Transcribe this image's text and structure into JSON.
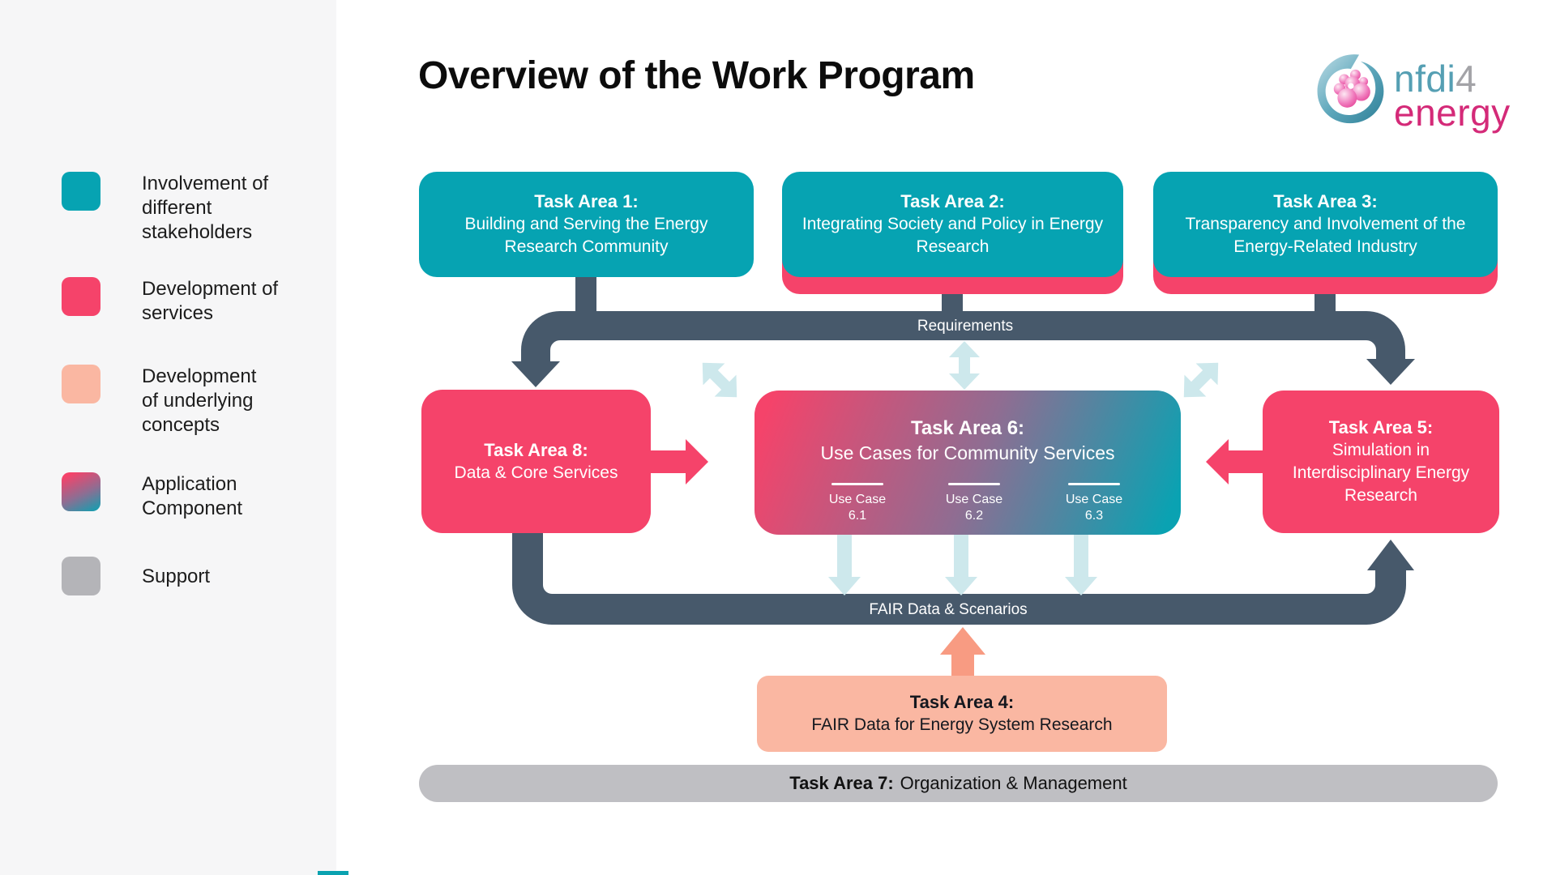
{
  "title": "Overview of the Work Program",
  "logo": {
    "name_teal": "nfdi",
    "name_num": "4",
    "name_bottom": "energy"
  },
  "legend": {
    "items": [
      {
        "label": "Involvement of\ndifferent\nstakeholders",
        "swatch": "teal"
      },
      {
        "label": "Development of\nservices",
        "swatch": "pink"
      },
      {
        "label": "Development\nof underlying\nconcepts",
        "swatch": "peach"
      },
      {
        "label": "Application\nComponent",
        "swatch": "gradient"
      },
      {
        "label": "Support",
        "swatch": "gray"
      }
    ]
  },
  "diagram": {
    "ta1": {
      "heading": "Task Area 1:",
      "body": "Building and Serving the Energy Research Community"
    },
    "ta2": {
      "heading": "Task Area 2:",
      "body": "Integrating Society and Policy in Energy Research"
    },
    "ta3": {
      "heading": "Task Area 3:",
      "body": "Transparency and Involvement of the Energy-Related Industry"
    },
    "ta8": {
      "heading": "Task Area 8:",
      "body": "Data & Core Services"
    },
    "ta6": {
      "heading": "Task Area 6:",
      "body": "Use Cases for Community Services",
      "use_cases": [
        {
          "line1": "Use Case",
          "line2": "6.1"
        },
        {
          "line1": "Use Case",
          "line2": "6.2"
        },
        {
          "line1": "Use Case",
          "line2": "6.3"
        }
      ]
    },
    "ta5": {
      "heading": "Task Area 5:",
      "body": "Simulation in Interdisciplinary Energy Research"
    },
    "ta4": {
      "heading": "Task Area 4:",
      "body": "FAIR Data for Energy System Research"
    },
    "ta7": {
      "heading": "Task Area 7:",
      "body": "Organization & Management"
    },
    "bands": {
      "requirements": "Requirements",
      "fair": "FAIR Data & Scenarios"
    }
  },
  "colors": {
    "teal": "#06a3b2",
    "pink": "#f5436a",
    "peach": "#fab7a2",
    "peach_arrow": "#f89b82",
    "gray_bar": "#bfbfc3",
    "legend_gray": "#b4b4b8",
    "slate_band": "#47596b",
    "pale_cyan": "#cde8ec",
    "sidebar_bg": "#f6f6f7",
    "logo_teal": "#559fb3",
    "logo_gray": "#a3a3a7",
    "logo_pink": "#d42a78"
  }
}
